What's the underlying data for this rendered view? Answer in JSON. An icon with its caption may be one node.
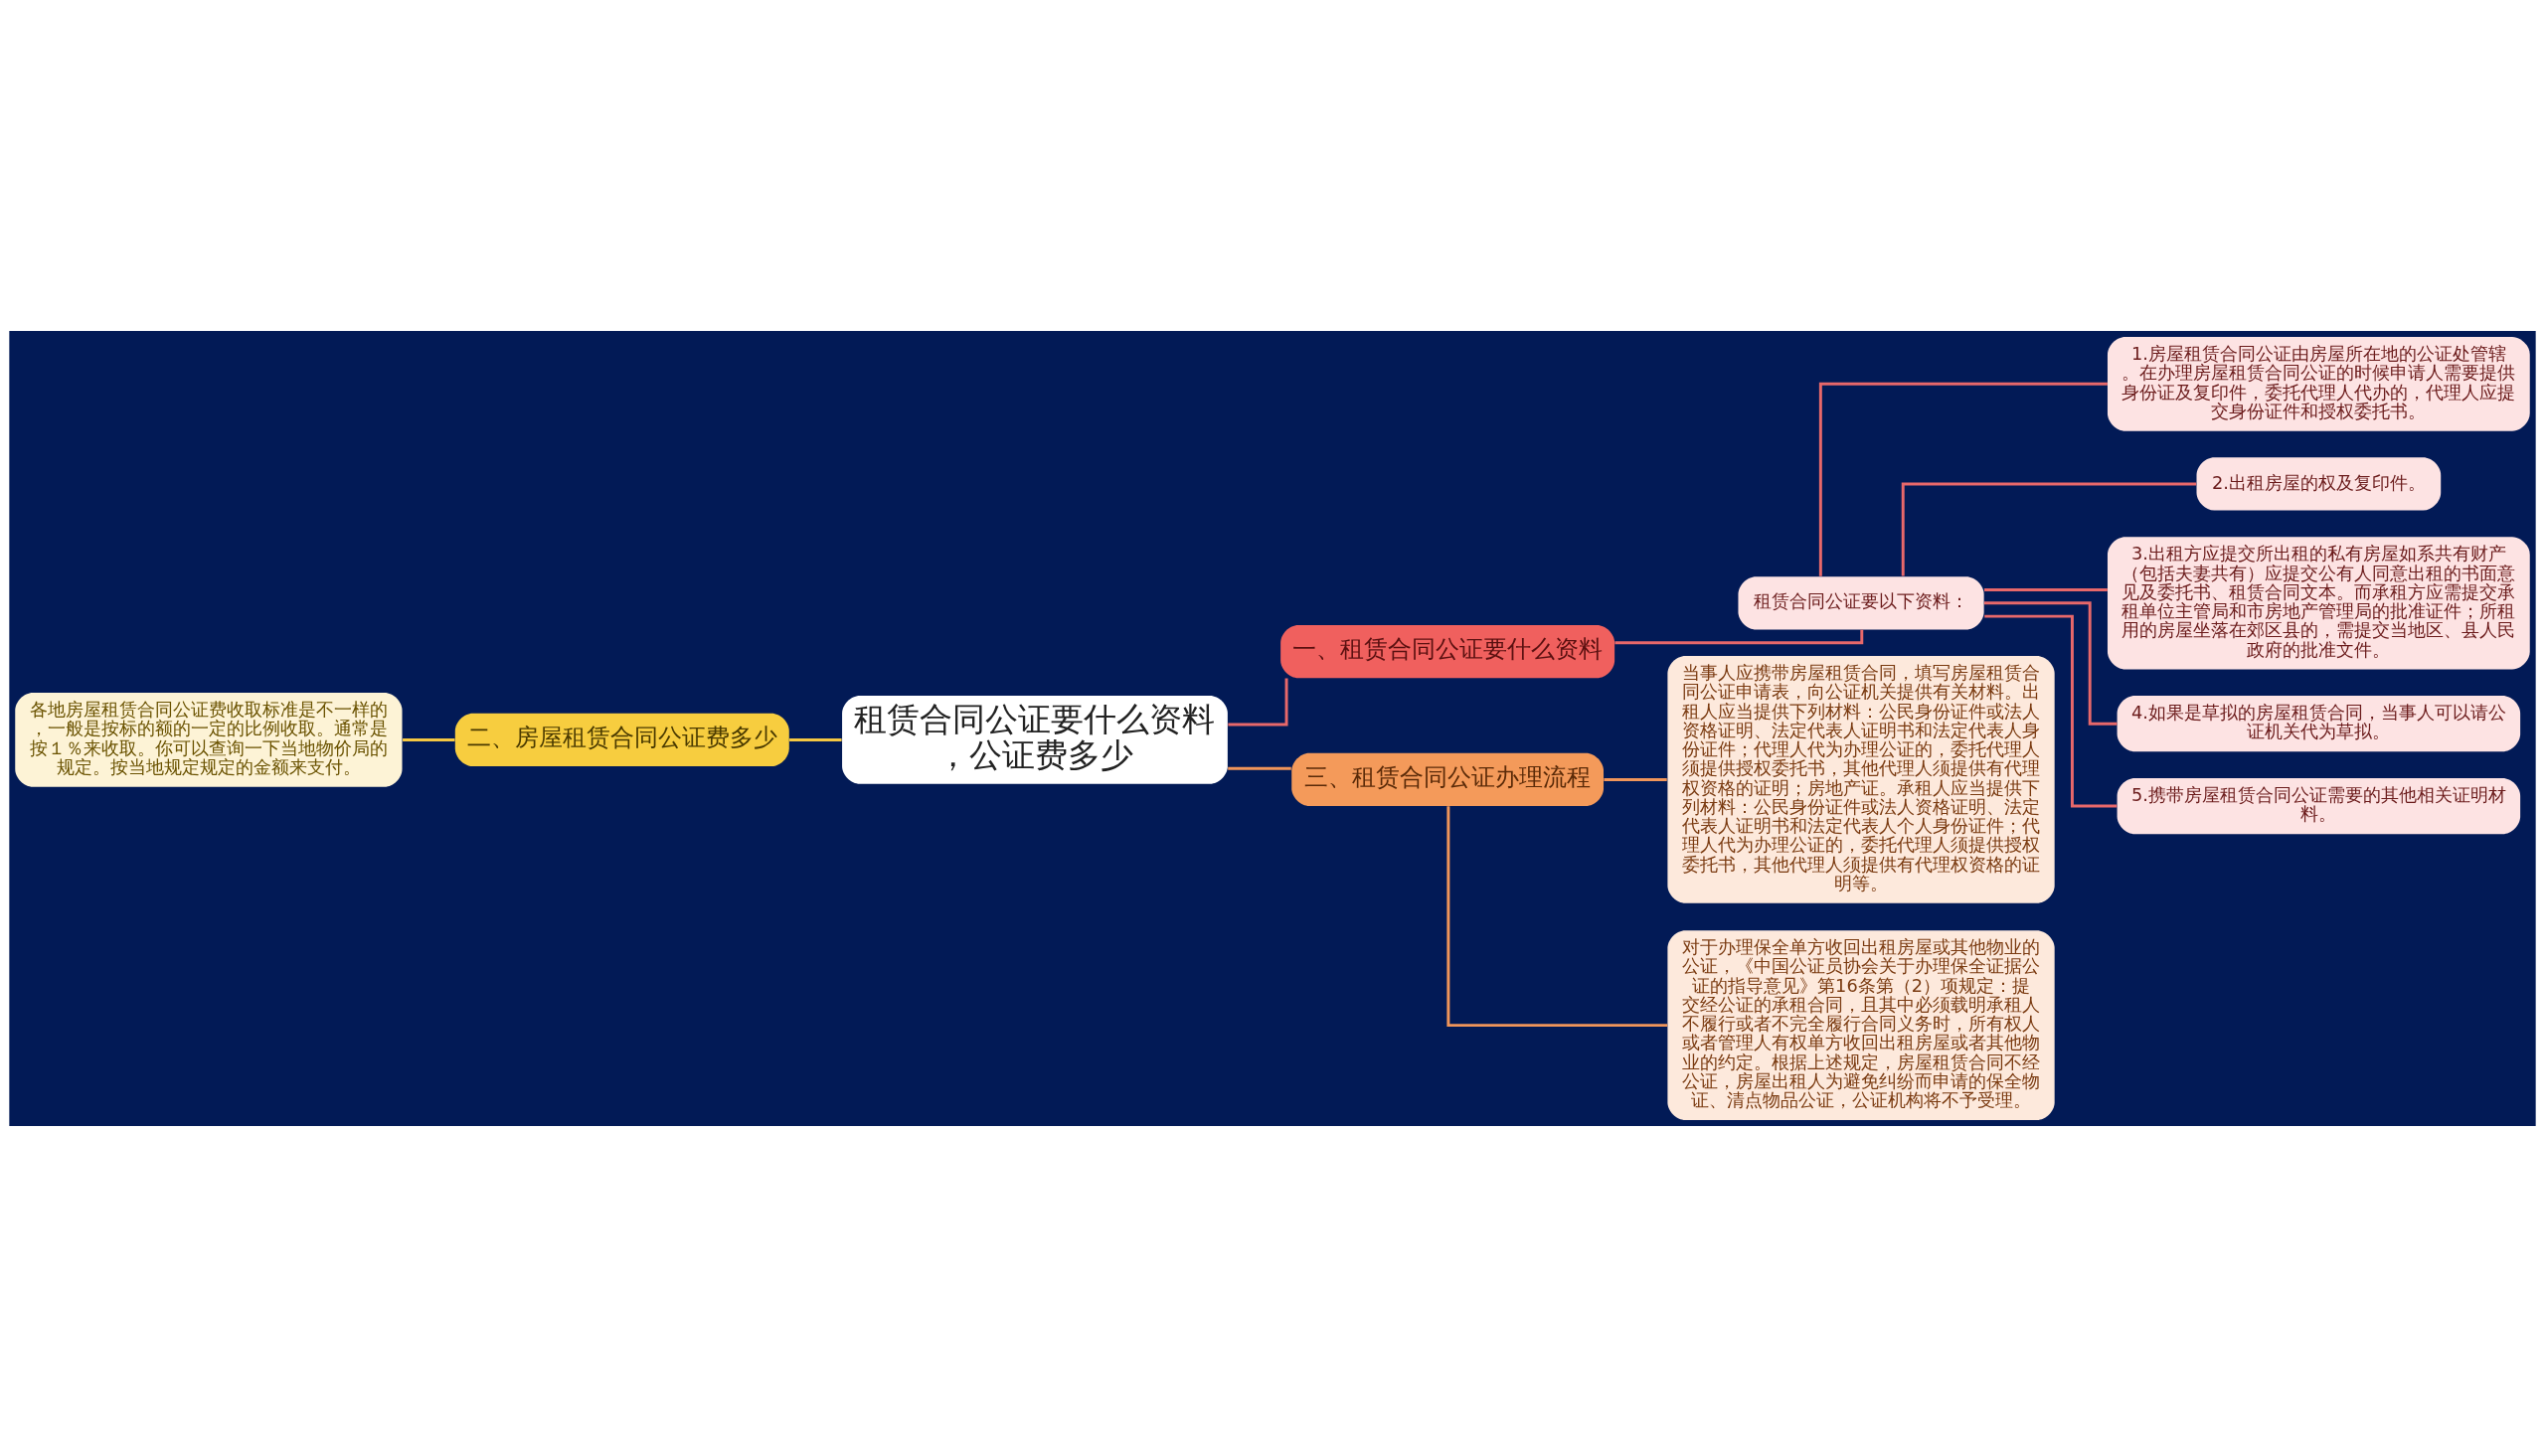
{
  "diagram": {
    "nodes": [
      {
        "text": [
          "租赁合同公证要什么资料，公证费多少"
        ]
      },
      {
        "text": [
          "一、租赁合同公证要什么资料"
        ]
      },
      {
        "text": [
          "租赁合同公证要以下资料："
        ]
      },
      {
        "text": [
          "1.房屋租赁合同公证由房屋所在地的公证处管辖。在办理房屋租赁合同公证的时候申请人需要提供身份证及复印件，委托代理人代办的，代理人应提交身份证件和授权委托书。"
        ]
      },
      {
        "text": [
          "2.出租房屋的权及复印件。"
        ]
      },
      {
        "text": [
          "3.出租方应提交所出租的私有房屋如系共有财产（包括夫妻共有）应提交公有人同意出租的书面意见及委托书、租赁合同文本。而承租方应需提交承租单位主管局和市房地产管理局的批准证件；所租用的房屋坐落在郊区县的，需提交当地区、县人民政府的批准文件。"
        ]
      },
      {
        "text": [
          "4.如果是草拟的房屋租赁合同，当事人可以请公证机关代为草拟。"
        ]
      },
      {
        "text": [
          "5.携带房屋租赁合同公证需要的其他相关证明材料。"
        ]
      },
      {
        "text": [
          "二、房屋租赁合同公证费多少"
        ]
      },
      {
        "text": [
          "各地房屋租赁合同公证费收取标准是不一样的，一般是按标的额的一定的比例收取。通常是按１％来收取。你可以查询一下当地物价局的规定。按当地规定规定的金额来支付。"
        ]
      },
      {
        "text": [
          "三、租赁合同公证办理流程"
        ]
      },
      {
        "text": [
          "当事人应携带房屋租赁合同，填写房屋租赁合同公证申请表，向公证机关提供有关材料。出租人应当提供下列材料：公民身份证件或法人资格证明、法定代表人证明书和法定代表人身份证件；代理人代为办理公证的，委托代理人须提供授权委托书，其他代理人须提供有代理权资格的证明；房地产证。承租人应当提供下列材料：公民身份证件或法人资格证明、法定代表人证明书和法定代表人个人身份证件；代理人代为办理公证的，委托代理人须提供授权委托书，其他代理人须提供有代理权资格的证明等。"
        ]
      },
      {
        "text": [
          "对于办理保全单方收回出租房屋或其他物业的公证，《中国公证员协会关于办理保全证据公证的指导意见》第16条第（2）项规定：提交经公证的承租合同，且其中必须载明承租人不履行或者不完全履行合同义务时，所有权人或者管理人有权单方收回出租房屋或者其他物业的约定。根据上述规定，房屋租赁合同不经公证，房屋出租人为避免纠纷而申请的保全物证、清点物品公证，公证机构将不予受理。"
        ]
      }
    ],
    "edges": [
      {
        "from": 0,
        "to": 1,
        "arrow": "none"
      },
      {
        "from": 1,
        "to": 2,
        "arrow": "none"
      },
      {
        "from": 2,
        "to": 3,
        "arrow": "none"
      },
      {
        "from": 2,
        "to": 4,
        "arrow": "none"
      },
      {
        "from": 2,
        "to": 5,
        "arrow": "none"
      },
      {
        "from": 2,
        "to": 6,
        "arrow": "none"
      },
      {
        "from": 2,
        "to": 7,
        "arrow": "none"
      },
      {
        "from": 0,
        "to": 8,
        "arrow": "none",
        "color": "#f5c842"
      },
      {
        "from": 8,
        "to": 9,
        "arrow": "none",
        "color": "#f5c842"
      },
      {
        "from": 0,
        "to": 10,
        "arrow": "none",
        "color": "#f0955a"
      },
      {
        "from": 10,
        "to": 11,
        "arrow": "none",
        "color": "#f0955a"
      },
      {
        "from": 10,
        "to": 12,
        "arrow": "none",
        "color": "#f0955a"
      }
    ]
  }
}
